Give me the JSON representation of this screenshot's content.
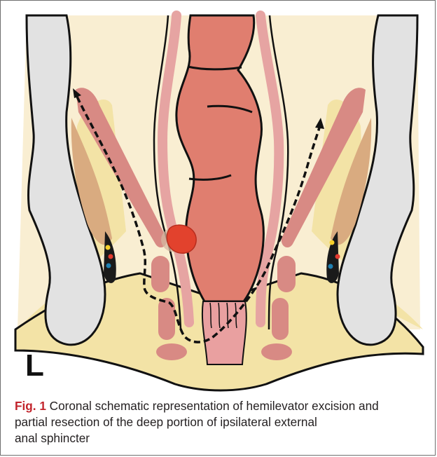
{
  "figure": {
    "side_label": "L",
    "caption_label": "Fig. 1",
    "caption_lines": [
      "Coronal schematic representation of hemilevator excision and",
      "partial resection of the deep portion of ipsilateral external",
      "anal sphincter"
    ],
    "colors": {
      "bone": "#e2e2e2",
      "fat_upper": "#f9eed2",
      "fat_lower": "#f3e3a6",
      "rectum": "#e07e6f",
      "rectal_wall": "#e6a4a2",
      "muscle": "#d88a84",
      "obturator": "#d9ab80",
      "tumor": "#e2422d",
      "vessel_yellow": "#f6d02b",
      "vessel_red": "#e23a2f",
      "vessel_blue": "#1f7fb0",
      "caption_label": "#c2242c"
    },
    "icons": [
      "excision-line-arrow",
      "tumor-mass"
    ]
  }
}
